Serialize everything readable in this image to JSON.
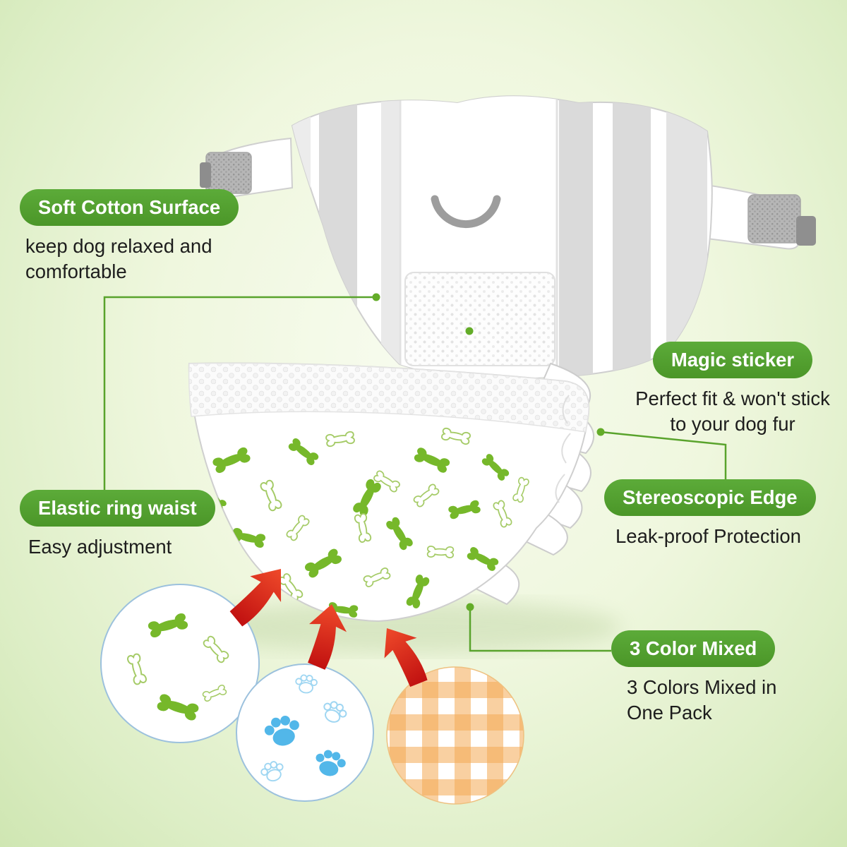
{
  "callouts": {
    "soft_cotton": {
      "label": "Soft Cotton Surface",
      "description": "keep dog relaxed and comfortable"
    },
    "magic_sticker": {
      "label": "Magic sticker",
      "description": "Perfect fit & won't stick to your dog fur"
    },
    "elastic_waist": {
      "label": "Elastic ring waist",
      "description": "Easy adjustment"
    },
    "stereoscopic_edge": {
      "label": "Stereoscopic Edge",
      "description": "Leak-proof Protection"
    },
    "color_mixed": {
      "label": "3 Color Mixed",
      "description": "3 Colors Mixed in One Pack"
    }
  },
  "illustration": {
    "subject": "dog diaper with pattern swatches",
    "swatches": [
      "bone-print",
      "paw-print",
      "gingham-print"
    ]
  },
  "colors": {
    "accent_green": "#53a033",
    "connector_green": "#59a32c",
    "arrow_red": "#d61d12",
    "bone_green": "#76b82a",
    "paw_blue": "#52b7e9",
    "gingham_orange": "#f3a953",
    "background_center": "#f8fcf0",
    "background_edge": "#cfe6b2"
  }
}
